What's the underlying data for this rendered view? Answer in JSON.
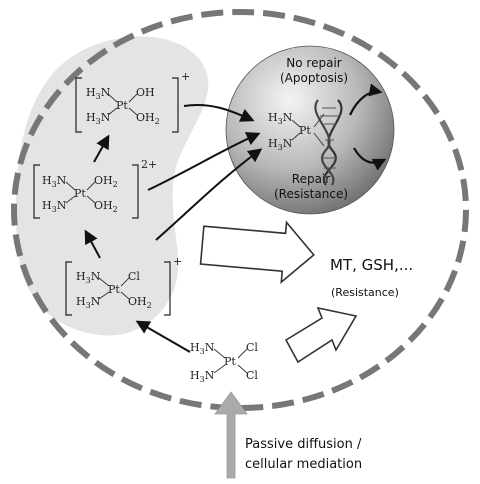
{
  "nucleus": {
    "top_label_1": "No repair",
    "top_label_2": "(Apoptosis)",
    "bottom_label_1": "Repair",
    "bottom_label_2": "(Resistance)"
  },
  "chem": {
    "pt": "Pt",
    "h3n": "H3N",
    "oh": "OH",
    "oh2": "OH2",
    "cl": "Cl",
    "charge_plus": "+",
    "charge_2plus": "2+"
  },
  "detox": {
    "label": "MT, GSH,...",
    "sublabel": "(Resistance)"
  },
  "entry": {
    "line1": "Passive diffusion /",
    "line2": "cellular mediation"
  },
  "colors": {
    "membrane": "#777777",
    "cytoplasm_region": "#e4e4e4",
    "nucleus_light": "#f2f2f2",
    "nucleus_dark": "#6e6e6e",
    "entry_arrow": "#aaaaaa"
  }
}
